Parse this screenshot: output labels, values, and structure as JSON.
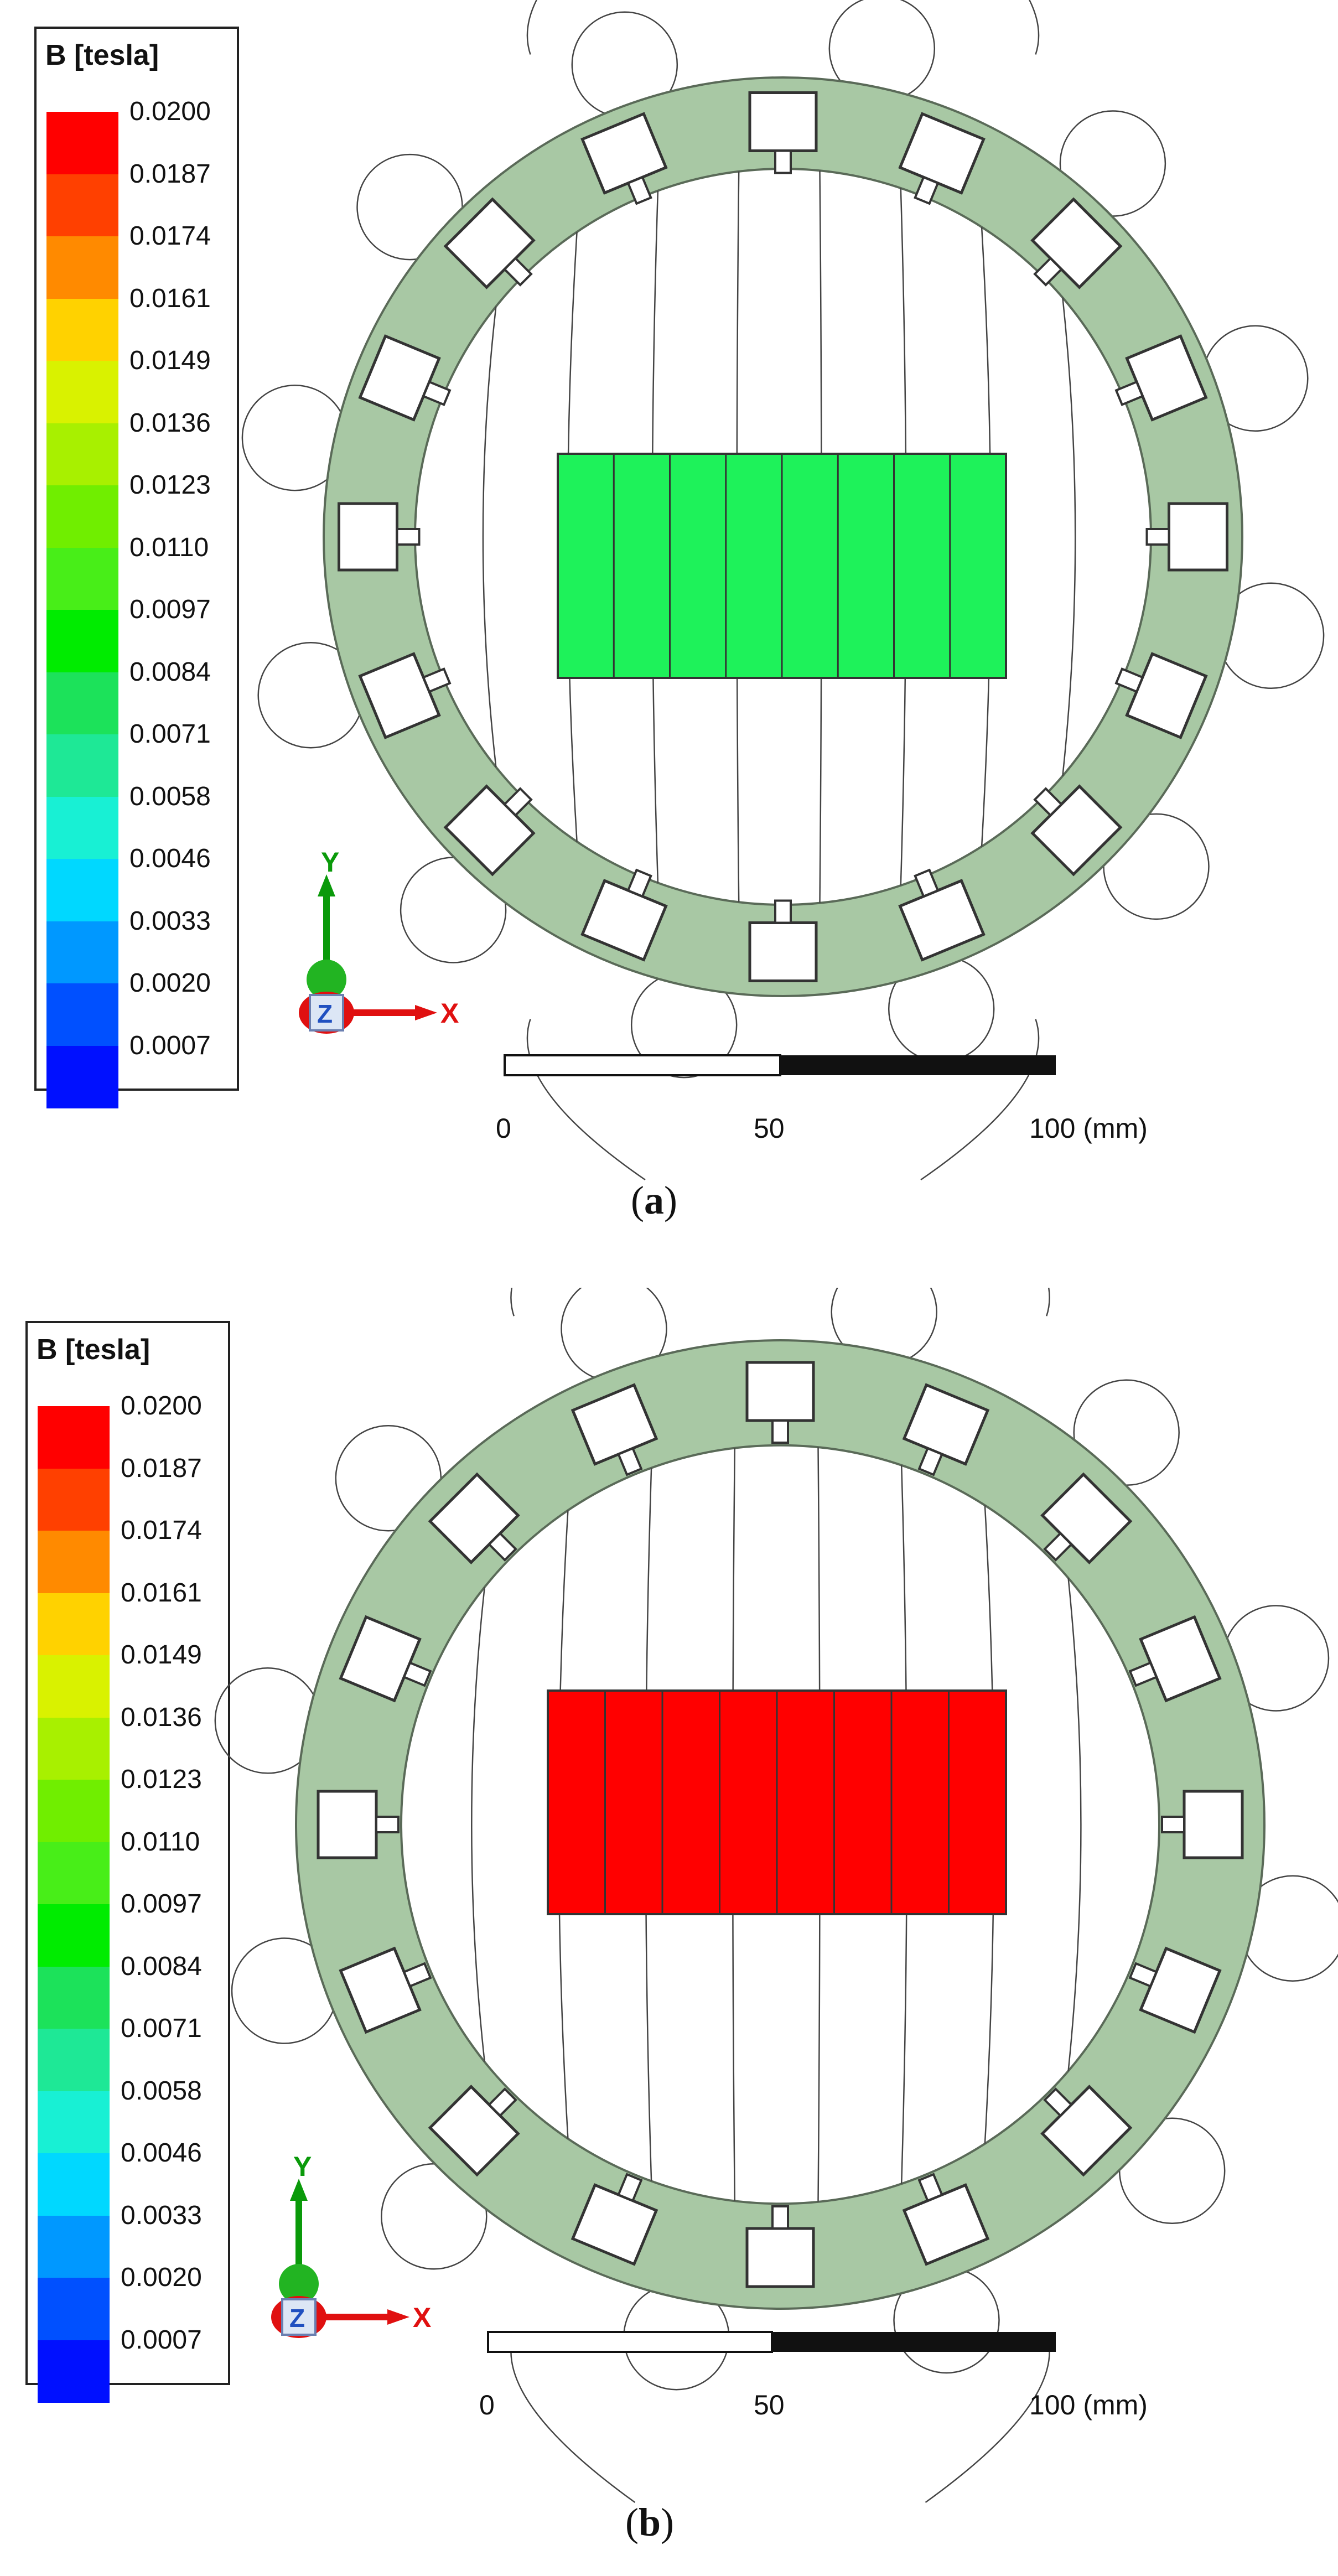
{
  "panels": [
    {
      "id": "a",
      "caption_open": "(",
      "caption_letter": "a",
      "caption_close": ")",
      "magnet_color": "#1ef25a",
      "legend": {
        "title": "B [tesla]",
        "values": [
          "0.0200",
          "0.0187",
          "0.0174",
          "0.0161",
          "0.0149",
          "0.0136",
          "0.0123",
          "0.0110",
          "0.0097",
          "0.0084",
          "0.0071",
          "0.0058",
          "0.0046",
          "0.0033",
          "0.0020",
          "0.0007"
        ],
        "colors": [
          "#ff0000",
          "#ff4000",
          "#ff8a00",
          "#ffd200",
          "#d9f200",
          "#a8f000",
          "#70ee00",
          "#48ee18",
          "#00ec00",
          "#1ce25a",
          "#1ee896",
          "#18f0d4",
          "#00d8ff",
          "#0098ff",
          "#0050ff",
          "#0010ff"
        ]
      },
      "axis": {
        "y": "Y",
        "z": "Z",
        "x": "X"
      },
      "scale": {
        "ticks": [
          "0",
          "50",
          "100 (mm)"
        ]
      }
    },
    {
      "id": "b",
      "caption_open": "(",
      "caption_letter": "b",
      "caption_close": ")",
      "magnet_color": "#ff0000",
      "legend": {
        "title": "B [tesla]",
        "values": [
          "0.0200",
          "0.0187",
          "0.0174",
          "0.0161",
          "0.0149",
          "0.0136",
          "0.0123",
          "0.0110",
          "0.0097",
          "0.0084",
          "0.0071",
          "0.0058",
          "0.0046",
          "0.0033",
          "0.0020",
          "0.0007"
        ],
        "colors": [
          "#ff0000",
          "#ff4000",
          "#ff8a00",
          "#ffd200",
          "#d9f200",
          "#a8f000",
          "#70ee00",
          "#48ee18",
          "#00ec00",
          "#1ce25a",
          "#1ee896",
          "#18f0d4",
          "#00d8ff",
          "#0098ff",
          "#0050ff",
          "#0010ff"
        ]
      },
      "axis": {
        "y": "Y",
        "z": "Z",
        "x": "X"
      },
      "scale": {
        "ticks": [
          "0",
          "50",
          "100 (mm)"
        ]
      }
    }
  ],
  "colors": {
    "stator": "#a8c8a4",
    "stator_edge": "#5a6a58",
    "field_line": "#444444"
  }
}
